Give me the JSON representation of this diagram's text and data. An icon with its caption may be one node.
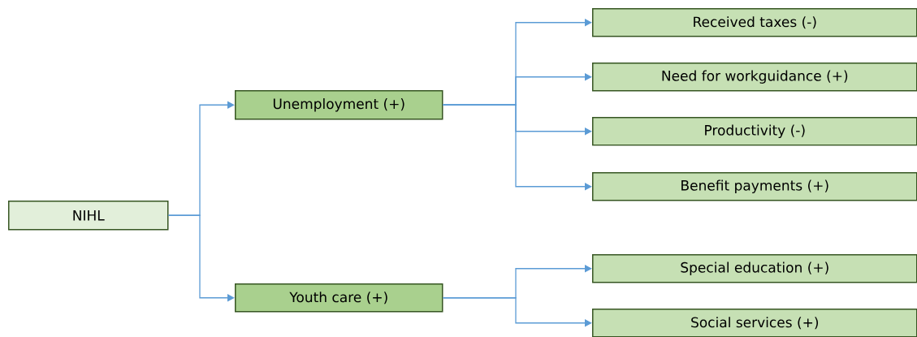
{
  "diagram": {
    "nodes": [
      {
        "text": [
          "NIHL"
        ]
      },
      {
        "text": [
          "Unemployment (+)"
        ]
      },
      {
        "text": [
          "Youth care (+)"
        ]
      },
      {
        "text": [
          "Received taxes (-)"
        ]
      },
      {
        "text": [
          "Need for workguidance (+)"
        ]
      },
      {
        "text": [
          "Productivity (-)"
        ]
      },
      {
        "text": [
          "Benefit payments (+)"
        ]
      },
      {
        "text": [
          "Special education (+)"
        ]
      },
      {
        "text": [
          "Social services (+)"
        ]
      }
    ],
    "edges": [
      {
        "from": 0,
        "to": 1,
        "arrow": "to"
      },
      {
        "from": 0,
        "to": 2,
        "arrow": "to"
      },
      {
        "from": 1,
        "to": 3,
        "arrow": "to"
      },
      {
        "from": 1,
        "to": 4,
        "arrow": "to"
      },
      {
        "from": 1,
        "to": 5,
        "arrow": "to"
      },
      {
        "from": 1,
        "to": 6,
        "arrow": "to"
      },
      {
        "from": 2,
        "to": 7,
        "arrow": "to"
      },
      {
        "from": 2,
        "to": 8,
        "arrow": "to"
      }
    ]
  }
}
